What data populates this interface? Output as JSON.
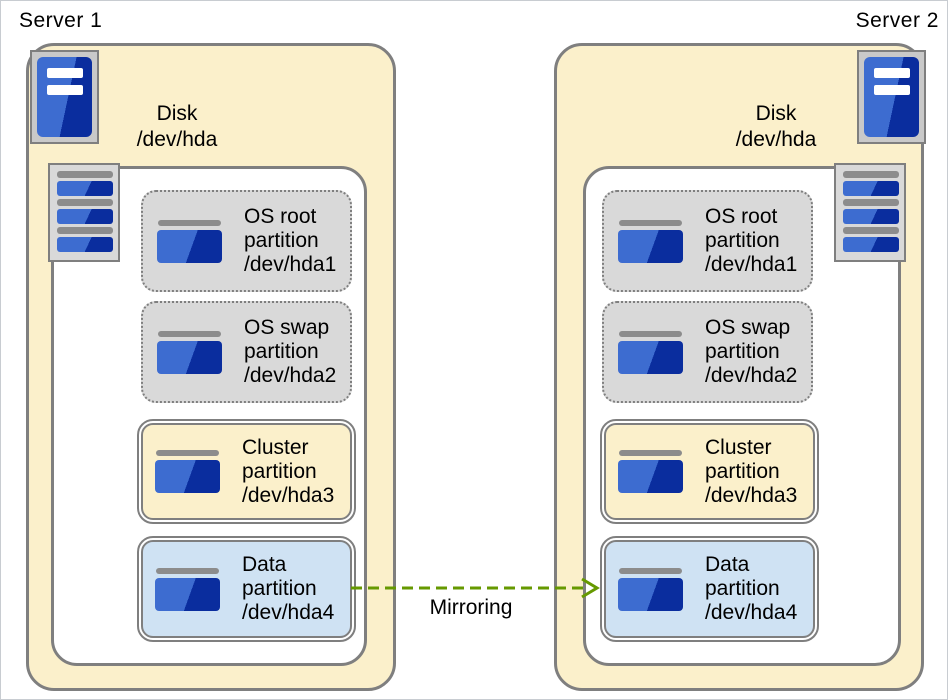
{
  "servers": [
    {
      "label": "Server 1",
      "disk_title": {
        "line1": "Disk",
        "line2": "/dev/hda"
      },
      "partitions": [
        {
          "name": "os-root-partition",
          "lines": [
            "OS root",
            "partition",
            "/dev/hda1"
          ]
        },
        {
          "name": "os-swap-partition",
          "lines": [
            "OS swap",
            "partition",
            "/dev/hda2"
          ]
        },
        {
          "name": "cluster-partition",
          "lines": [
            "Cluster",
            "partition",
            "/dev/hda3"
          ]
        },
        {
          "name": "data-partition",
          "lines": [
            "Data",
            "partition",
            "/dev/hda4"
          ]
        }
      ]
    },
    {
      "label": "Server 2",
      "disk_title": {
        "line1": "Disk",
        "line2": "/dev/hda"
      },
      "partitions": [
        {
          "name": "os-root-partition",
          "lines": [
            "OS root",
            "partition",
            "/dev/hda1"
          ]
        },
        {
          "name": "os-swap-partition",
          "lines": [
            "OS swap",
            "partition",
            "/dev/hda2"
          ]
        },
        {
          "name": "cluster-partition",
          "lines": [
            "Cluster",
            "partition",
            "/dev/hda3"
          ]
        },
        {
          "name": "data-partition",
          "lines": [
            "Data",
            "partition",
            "/dev/hda4"
          ]
        }
      ]
    }
  ],
  "arrow": {
    "label": "Mirroring",
    "color": "#669900"
  },
  "icons": {
    "server": "server-tower-icon",
    "disk": "disk-stack-icon",
    "partition": "partition-icon"
  },
  "colors": {
    "group_fill_cream": "#FBF0CB",
    "partition_fill_gray": "#D9D9D9",
    "partition_fill_cream": "#FBF0CB",
    "partition_fill_blue": "#CFE2F3",
    "border_gray": "#7F7F7F",
    "icon_blue_light": "#3D6CD0",
    "icon_blue_dark": "#0A2D9E",
    "icon_bar_gray": "#8C8C8C",
    "arrow_green": "#669900"
  }
}
